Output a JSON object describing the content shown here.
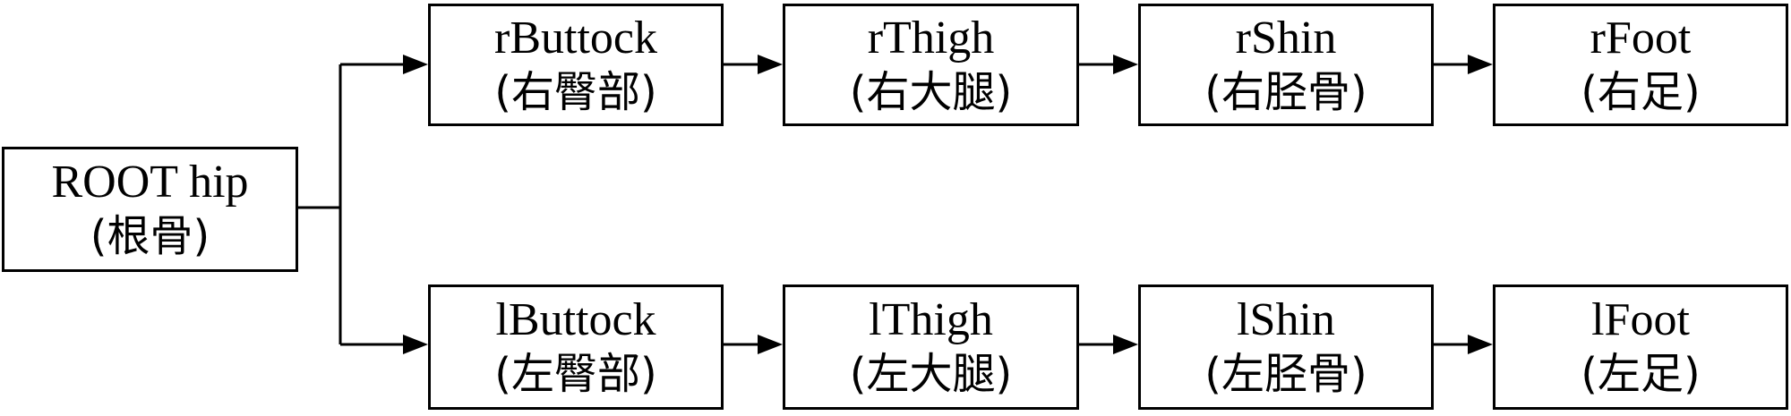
{
  "diagram": {
    "root": {
      "name": "ROOT hip",
      "note": "(根骨)"
    },
    "right_chain": [
      {
        "name": "rButtock",
        "note": "(右臀部)"
      },
      {
        "name": "rThigh",
        "note": "(右大腿)"
      },
      {
        "name": "rShin",
        "note": "(右胫骨)"
      },
      {
        "name": "rFoot",
        "note": "(右足)"
      }
    ],
    "left_chain": [
      {
        "name": "lButtock",
        "note": "(左臀部)"
      },
      {
        "name": "lThigh",
        "note": "(左大腿)"
      },
      {
        "name": "lShin",
        "note": "(左胫骨)"
      },
      {
        "name": "lFoot",
        "note": "(左足)"
      }
    ]
  }
}
